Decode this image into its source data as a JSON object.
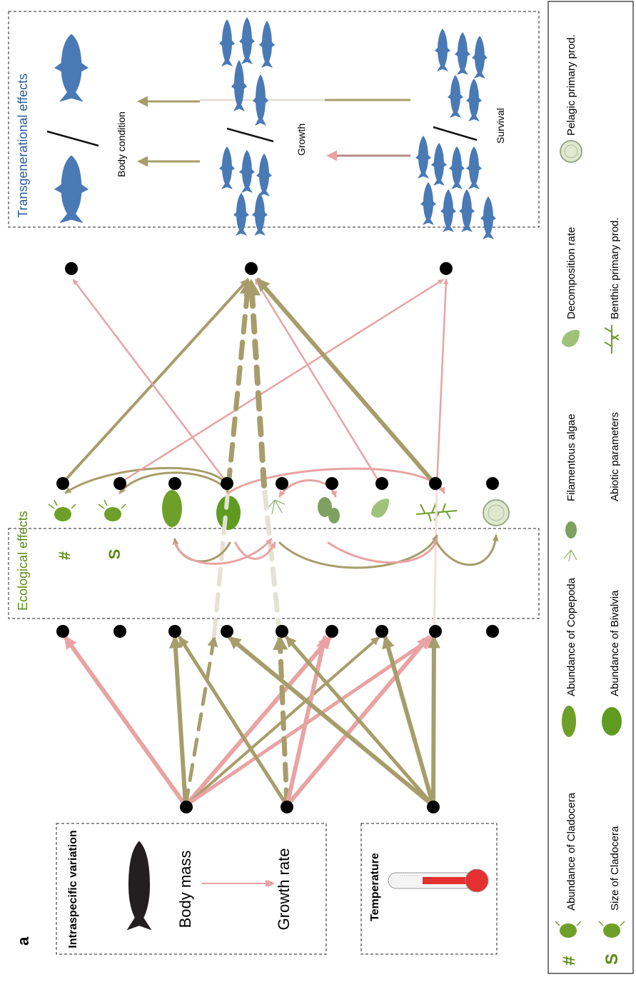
{
  "panel_label": "a",
  "driver_box": {
    "title": "Intraspecific variation",
    "from_label": "Body mass",
    "to_label": "Growth rate"
  },
  "temperature_box": {
    "title": "Temperature"
  },
  "ecological_box": {
    "title": "Ecological effects",
    "count_symbol": "#",
    "size_symbol": "S"
  },
  "transgenerational_box": {
    "title": "Transgenerational effects",
    "labels": [
      "Body condition",
      "Growth",
      "Survival"
    ]
  },
  "legend": [
    {
      "symbol": "#",
      "label": "Abundance of Cladocera",
      "icon": "cladocera-icon"
    },
    {
      "symbol": "S",
      "label": "Size of Cladocera",
      "icon": "cladocera-icon"
    },
    {
      "label": "Abundance of Copepoda",
      "icon": "copepoda-icon"
    },
    {
      "label": "Abundance of Bivalvia",
      "icon": "bivalvia-icon"
    },
    {
      "label": "Filamentous algae",
      "icon": "filamentous-algae-icon"
    },
    {
      "label": "Abiotic parameters",
      "icon": "abiotic-icon"
    },
    {
      "label": "Decomposition rate",
      "icon": "leaf-icon"
    },
    {
      "label": "Benthic primary prod.",
      "icon": "benthic-plant-icon"
    },
    {
      "label": "Pelagic primary prod.",
      "icon": "diatom-icon"
    }
  ],
  "colors": {
    "positive": "#a79d6b",
    "negative": "#e8a3a3",
    "fish": "#4a7ab5",
    "title_green": "#5b8a17",
    "title_blue": "#2e5d9a"
  }
}
